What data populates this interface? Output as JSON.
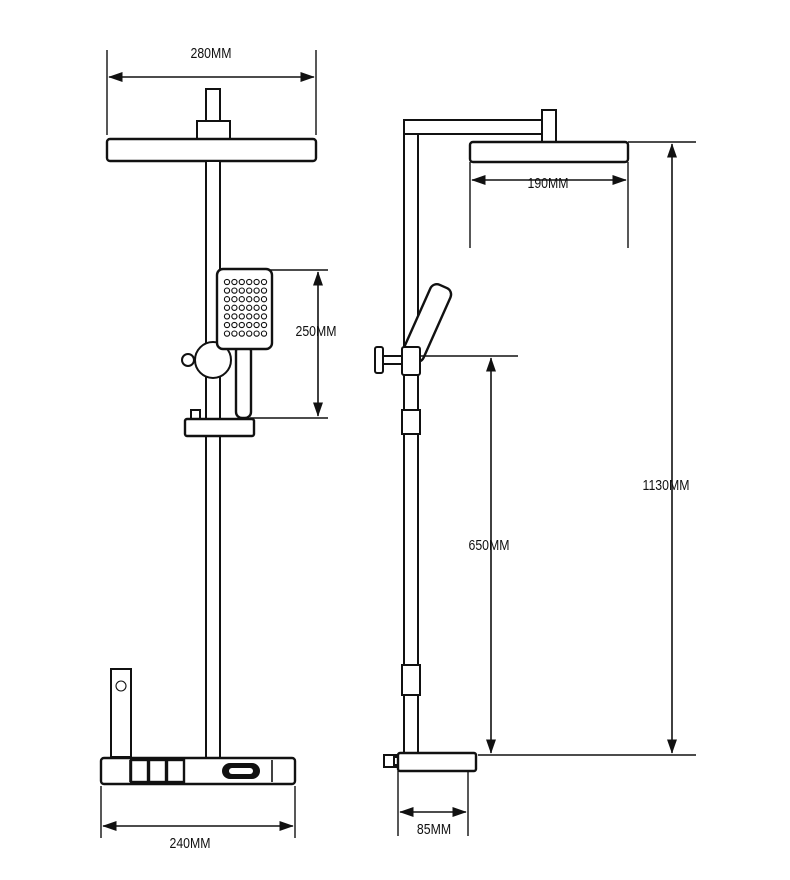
{
  "front_view": {
    "overhead_width_label": "280MM",
    "handheld_length_label": "250MM",
    "body_width_label": "240MM"
  },
  "side_view": {
    "overhead_depth_label": "190MM",
    "holder_height_label": "650MM",
    "total_height_label": "1130MM",
    "body_depth_label": "85MM"
  },
  "colors": {
    "line": "#111111",
    "background": "#ffffff"
  }
}
